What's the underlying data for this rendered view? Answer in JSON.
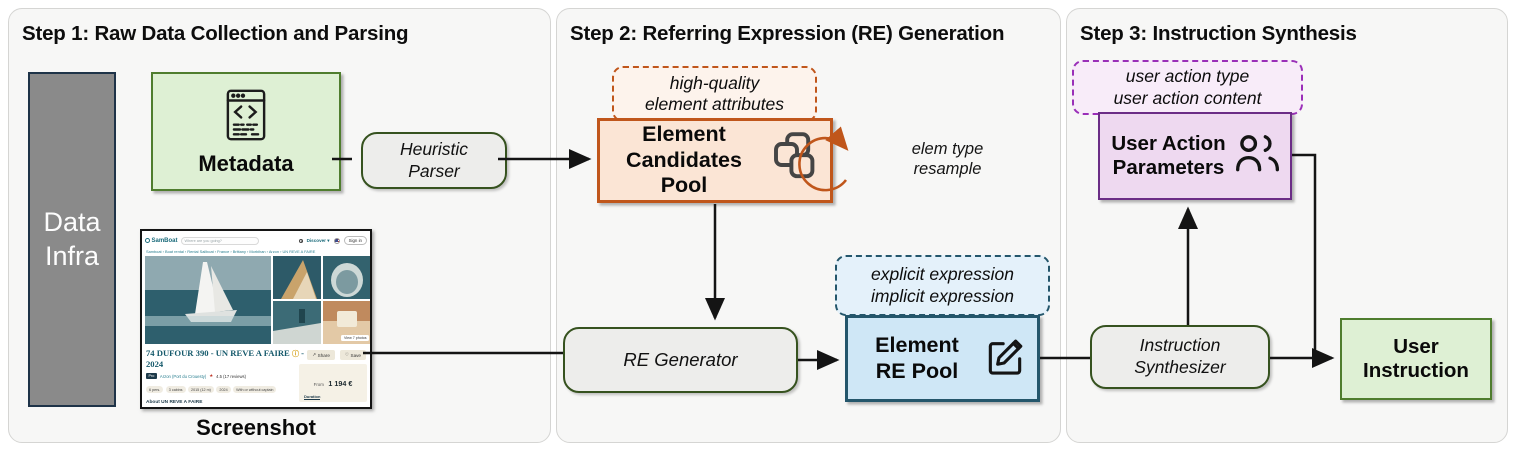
{
  "step1": {
    "title": "Step 1: Raw Data Collection and Parsing",
    "data_infra": "Data Infra",
    "metadata": "Metadata",
    "heuristic_parser": "Heuristic Parser",
    "screenshot_caption": "Screenshot",
    "website": {
      "logo": "SamBoat",
      "search_placeholder": "Where are you going?",
      "discover": "Discover ▾",
      "sign_in": "Sign in",
      "breadcrumb": "Samboat › Boat rental › Rental Sailboat › France › Brittany › Morbihan › Arzon › UN REVE A FAIRE",
      "listing_title": "74 DUFOUR 390 - UN REVE A FAIRE",
      "info_icon": "ⓘ",
      "listing_title_suffix": "- 2024",
      "share_icon": "↗",
      "share": "Share",
      "save_icon": "♡",
      "save": "Save",
      "badge": "Pro",
      "location": "Arzon (Port du Crouesty)",
      "rating_star": "★",
      "rating": "4.5 (17 reviews)",
      "chips": [
        "6 pers.",
        "3 cabins",
        "2015 (12 m)",
        "2024",
        "With or without captain"
      ],
      "view_photos": "View 7 photos",
      "price_label": "From",
      "price": "1 194 €",
      "duration": "Duration",
      "about": "About UN REVE A FAIRE"
    }
  },
  "step2": {
    "title": "Step 2: Referring Expression (RE) Generation",
    "attributes_note": "high-quality element attributes",
    "candidates_pool": "Element Candidates Pool",
    "resample_note": "elem type resample",
    "re_generator": "RE Generator",
    "expression_note_line1": "explicit expression",
    "expression_note_line2": "implicit expression",
    "re_pool": "Element RE Pool"
  },
  "step3": {
    "title": "Step 3: Instruction Synthesis",
    "action_note_line1": "user action type",
    "action_note_line2": "user action content",
    "user_action_parameters": "User Action Parameters",
    "instruction_synthesizer": "Instruction Synthesizer",
    "user_instruction": "User Instruction"
  },
  "colors": {
    "green_border": "#4f7d2e",
    "green_fill": "#def0d4",
    "orange_accent": "#c0561b",
    "orange_fill": "#fbe5d5",
    "blue_border": "#24566b",
    "blue_fill": "#cfe7f6",
    "purple_border": "#6b2d86",
    "purple_fill": "#eed9f0",
    "purple_dash": "#9a2fb8",
    "gray_infra": "#8a8a8a"
  }
}
